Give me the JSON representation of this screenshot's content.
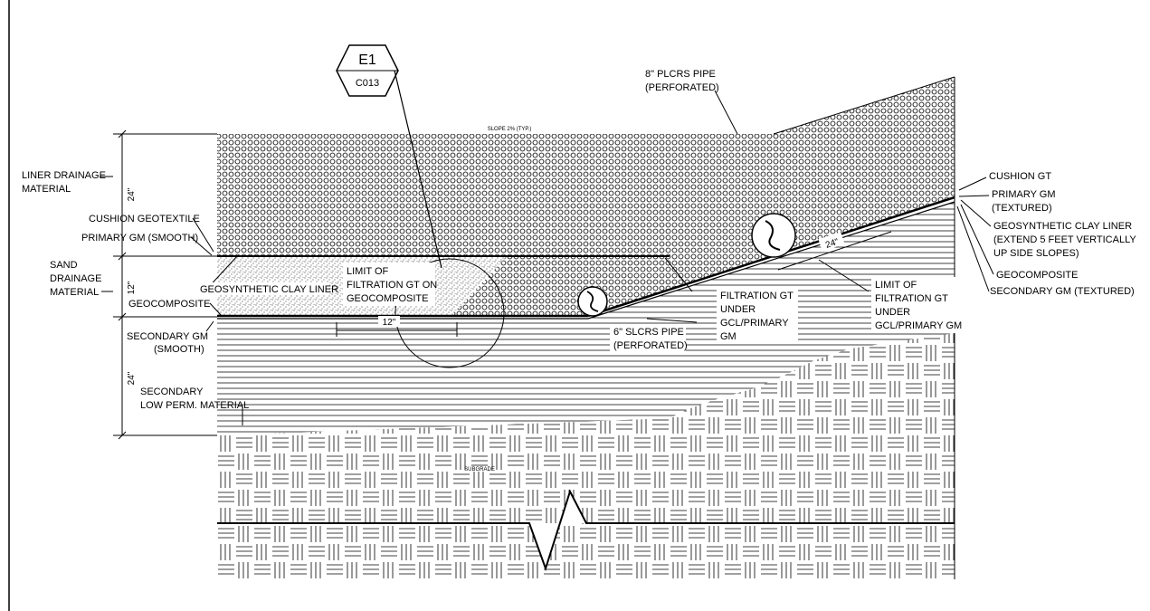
{
  "detail_tag": {
    "number": "E1",
    "sheet": "C013"
  },
  "notes": {
    "slope": "SLOPE 2% (TYP.)",
    "subgrade": "SUBGRADE"
  },
  "dimensions": {
    "liner_drainage": "24\"",
    "sand_drainage": "12\"",
    "secondary_low_perm": "24\"",
    "overlap": "12\"",
    "side_slope": "24\""
  },
  "labels_left": {
    "liner_drainage": [
      "LINER DRAINAGE",
      "MATERIAL"
    ],
    "cushion_geotextile": "CUSHION GEOTEXTILE",
    "primary_gm_smooth": "PRIMARY GM (SMOOTH)",
    "sand_drainage": [
      "SAND",
      "DRAINAGE",
      "MATERIAL"
    ],
    "gcl": "GEOSYNTHETIC CLAY LINER",
    "geocomposite": "GEOCOMPOSITE",
    "secondary_gm_smooth": [
      "SECONDARY GM",
      "(SMOOTH)"
    ],
    "secondary_low_perm": [
      "SECONDARY",
      "LOW PERM. MATERIAL"
    ]
  },
  "labels_center": {
    "limit_gt_on_geocomposite": [
      "LIMIT OF",
      "FILTRATION GT ON",
      "GEOCOMPOSITE"
    ],
    "plcrs_pipe": [
      "8\" PLCRS PIPE",
      "(PERFORATED)"
    ],
    "slcrs_pipe": [
      "6\" SLCRS PIPE",
      "(PERFORATED)"
    ],
    "filtration_gt_under": [
      "FILTRATION  GT",
      "UNDER",
      "GCL/PRIMARY",
      "GM"
    ],
    "limit_gt_under": [
      "LIMIT OF",
      "FILTRATION GT",
      "UNDER",
      "GCL/PRIMARY GM"
    ]
  },
  "labels_right": {
    "cushion_gt": "CUSHION GT",
    "primary_gm_textured": [
      "PRIMARY GM",
      "(TEXTURED)"
    ],
    "gcl_extend": [
      "GEOSYNTHETIC CLAY LINER",
      "(EXTEND 5 FEET VERTICALLY",
      "UP SIDE SLOPES)"
    ],
    "geocomposite": "GEOCOMPOSITE",
    "secondary_gm_textured": "SECONDARY GM (TEXTURED)"
  }
}
